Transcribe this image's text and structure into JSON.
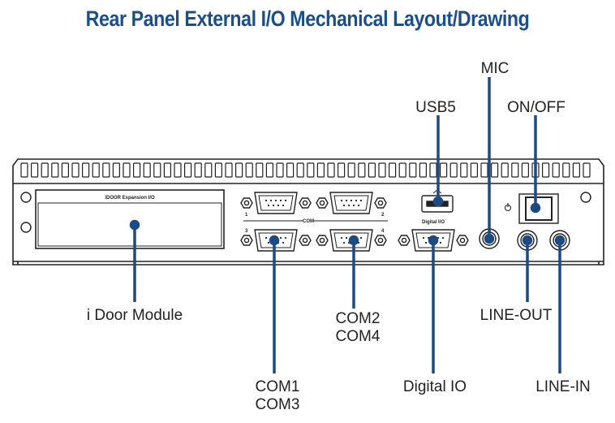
{
  "title": "Rear Panel External I/O Mechanical Layout/Drawing",
  "panel": {
    "idoor_slot_label": "iDOOR Expansion I/O",
    "com_group_label": "COM",
    "com_port_numbers": [
      "1",
      "2",
      "3",
      "4"
    ],
    "digital_io_label": "Digital I/O"
  },
  "callouts": {
    "mic": "MIC",
    "usb5": "USB5",
    "on_off": "ON/OFF",
    "idoor_module": "i Door Module",
    "com2_line1": "COM2",
    "com2_line2": "COM4",
    "line_out": "LINE-OUT",
    "com1_line1": "COM1",
    "com1_line2": "COM3",
    "digital_io": "Digital IO",
    "line_in": "LINE-IN"
  },
  "colors": {
    "title": "#1b4f8c",
    "leader": "#1e4a82",
    "outline": "#222222"
  }
}
